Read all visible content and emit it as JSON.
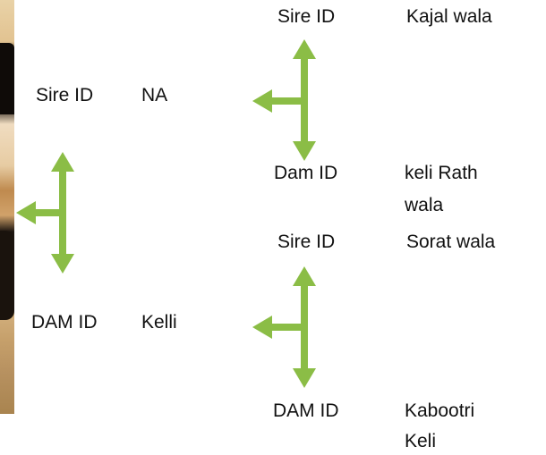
{
  "pedigree": {
    "sire": {
      "label": "Sire ID",
      "value": "NA",
      "sire": {
        "label": "Sire ID",
        "value": "Kajal wala"
      },
      "dam": {
        "label": "Dam ID",
        "value_line1": "keli Rath",
        "value_line2": "wala"
      }
    },
    "dam": {
      "label": "DAM ID",
      "value": "Kelli",
      "sire": {
        "label": "Sire ID",
        "value": "Sorat wala"
      },
      "dam": {
        "label": "DAM ID",
        "value_line1": "Kabootri",
        "value_line2": "Keli"
      }
    }
  },
  "colors": {
    "arrow": "#8bbd46",
    "text": "#111111"
  }
}
